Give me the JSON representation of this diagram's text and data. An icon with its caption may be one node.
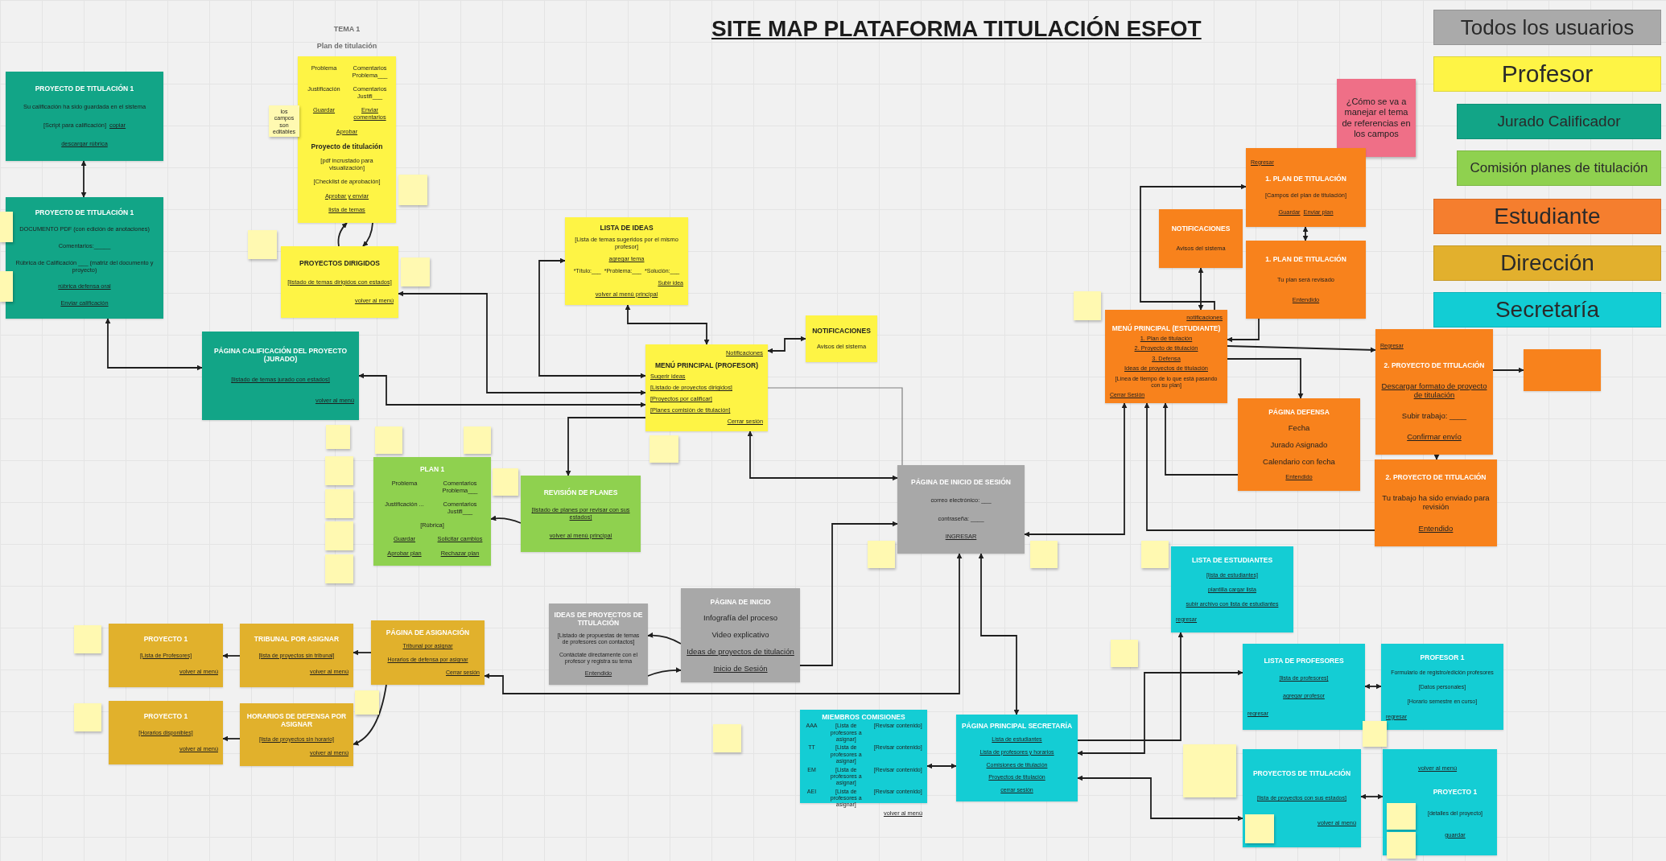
{
  "diagram": {
    "title": "SITE MAP PLATAFORMA TITULACIÓN ESFOT",
    "nodes": [
      {
        "text": [
          "PROYECTO DE TITULACIÓN 1",
          "Su calificación ha sido guardada en el sistema",
          "[Script para calificación]",
          "copiar",
          "descargar rúbrica"
        ]
      },
      {
        "text": [
          "PROYECTO DE TITULACIÓN 1",
          "DOCUMENTO PDF (con edición de anotaciones)",
          "Comentarios:_____",
          "Rúbrica de Calificación ___ (matriz del documento y proyecto)",
          "rúbrica defensa oral",
          "Enviar calificación"
        ]
      },
      {
        "text": [],
        "shape": "note"
      },
      {
        "text": [],
        "shape": "note"
      },
      {
        "text": [
          "TEMA 1",
          "Plan de titulación",
          "Problema",
          "Comentarios Problema___",
          "Justificación",
          "Comentarios Justifi___",
          "Guardar",
          "Enviar comentarios",
          "Aprobar",
          "Proyecto de titulación",
          "[pdf incrustado para visualización]",
          "[Checklist de aprobación]",
          "Aprobar y enviar",
          "lista de temas"
        ]
      },
      {
        "text": [
          "los campos son editables"
        ]
      },
      {
        "text": [],
        "shape": "note"
      },
      {
        "text": [
          "PROYECTOS DIRIGIDOS",
          "[listado de temas dirigidos con estados]",
          "volver al menú"
        ]
      },
      {
        "text": [],
        "shape": "note"
      },
      {
        "text": [],
        "shape": "note"
      },
      {
        "text": [
          "PÁGINA CALIFICACIÓN DEL PROYECTO (JURADO)",
          "[listado de temas jurado con estados]",
          "volver al menú"
        ]
      },
      {
        "text": [],
        "shape": "note"
      },
      {
        "text": [
          "LISTA DE IDEAS",
          "[Lista de temas sugeridos por el mismo profesor]",
          "agregar tema",
          "*Título:___",
          "*Problema:___",
          "*Solución:___",
          "Subir idea",
          "volver al menú principal"
        ]
      },
      {
        "text": [
          "NOTIFICACIONES",
          "Avisos del sistema"
        ]
      },
      {
        "text": [
          "Notificaciones",
          "MENÚ PRINCIPAL (PROFESOR)",
          "Sugerir ideas",
          "[Listado de proyectos dirigidos]",
          "[Proyectos por calificar]",
          "[Planes comisión de titulación]",
          "Cerrar sesión"
        ]
      },
      {
        "text": [],
        "shape": "note"
      },
      {
        "text": [
          "¿Cómo se va a manejar el tema de referencias en los campos"
        ]
      },
      {
        "text": [
          "Regresar",
          "1. PLAN DE TITULACIÓN",
          "[Campos del plan de titulación]",
          "Guardar",
          "Enviar plan"
        ]
      },
      {
        "text": [
          "NOTIFICACIONES",
          "Avisos del sistema"
        ]
      },
      {
        "text": [
          "1. PLAN DE TITULACIÓN",
          "Tu plan será revisado",
          "Entendido"
        ]
      },
      {
        "text": [],
        "shape": "note"
      },
      {
        "text": [
          "notificaciones",
          "MENÚ PRINCIPAL (ESTUDIANTE)",
          "1. Plan de titulación",
          "2. Proyecto de titulación",
          "3. Defensa",
          "Ideas de proyectos de titulación",
          "[Línea de tiempo de lo que está pasando con su plan]",
          "Cerrar Sesión"
        ]
      },
      {
        "text": [
          "Regresar",
          "2. PROYECTO DE TITULACIÓN",
          "Descargar formato de proyecto de titulación",
          "Subir trabajo: ____",
          "Confirmar envío"
        ]
      },
      {
        "text": [],
        "shape": "box"
      },
      {
        "text": [
          "PÁGINA DEFENSA",
          "Fecha",
          "Jurado Asignado",
          "Calendario con fecha",
          "Entendido"
        ]
      },
      {
        "text": [
          "2. PROYECTO DE TITULACIÓN",
          "Tu trabajo ha sido enviado para revisión",
          "Entendido"
        ]
      },
      {
        "text": [],
        "shape": "note"
      },
      {
        "text": [],
        "shape": "note"
      },
      {
        "text": [],
        "shape": "note"
      },
      {
        "text": [],
        "shape": "note"
      },
      {
        "text": [],
        "shape": "note"
      },
      {
        "text": [],
        "shape": "note"
      },
      {
        "text": [
          "PLAN 1",
          "Problema",
          "Comentarios Problema___",
          "Justificación ...",
          "Comentarios Justifi___",
          "[Rúbrica]",
          "Guardar",
          "Solicitar cambios",
          "Aprobar plan",
          "Rechazar plan"
        ]
      },
      {
        "text": [],
        "shape": "note"
      },
      {
        "text": [
          "REVISIÓN DE PLANES",
          "[listado de planes por revisar con sus estados]",
          "volver al menú principal"
        ]
      },
      {
        "text": [
          "PÁGINA DE INICIO DE SESIÓN",
          "correo electrónico: ___",
          "contraseña: ____",
          "INGRESAR"
        ]
      },
      {
        "text": [],
        "shape": "note"
      },
      {
        "text": [],
        "shape": "note"
      },
      {
        "text": [],
        "shape": "note"
      },
      {
        "text": [
          "LISTA DE ESTUDIANTES",
          "[lista de estudiantes]",
          "plantilla cargar lista",
          "subir archivo con lista de estudiantes",
          "regresar"
        ]
      },
      {
        "text": [],
        "shape": "note"
      },
      {
        "text": [
          "PROYECTO 1",
          "[Lista de Profesores]",
          "volver al menú"
        ]
      },
      {
        "text": [
          "TRIBUNAL POR ASIGNAR",
          "[lista de proyectos sin tribunal]",
          "volver al menú"
        ]
      },
      {
        "text": [
          "PÁGINA DE ASIGNACIÓN",
          "Tribunal por asignar",
          "Horarios de defensa por asignar",
          "Cerrar sesión"
        ]
      },
      {
        "text": [
          "IDEAS DE PROYECTOS DE TITULACIÓN",
          "[Listado de propuestas de temas de profesores con contactos]",
          "Contáctate directamente con el profesor y registra su tema",
          "Entendido"
        ]
      },
      {
        "text": [
          "PÁGINA DE INICIO",
          "Infografía del proceso",
          "Video explicativo",
          "Ideas de proyectos de titulación",
          "Inicio de Sesión"
        ]
      },
      {
        "text": [],
        "shape": "note"
      },
      {
        "text": [
          "PROYECTO 1",
          "[Horarios disponibles]",
          "volver al menú"
        ]
      },
      {
        "text": [
          "HORARIOS DE DEFENSA POR ASIGNAR",
          "[lista de proyectos sin horario]",
          "volver al menú"
        ]
      },
      {
        "text": [],
        "shape": "note"
      },
      {
        "text": [],
        "shape": "note"
      },
      {
        "text": [
          "LISTA DE PROFESORES",
          "[lista de profesores]",
          "agregar profesor",
          "regresar"
        ]
      },
      {
        "text": [
          "PROFESOR 1",
          "Formulario de registro/edición profesores",
          "[Datos personales]",
          "[Horario semestre en curso]",
          "regresar"
        ]
      },
      {
        "text": [],
        "shape": "note"
      },
      {
        "text": [
          "MIEMBROS COMISIONES",
          "AAA",
          "[Lista de profesores a asignar]",
          "[Revisar contenido]",
          "TT",
          "[Lista de profesores a asignar]",
          "[Revisar contenido]",
          "EM",
          "[Lista de profesores a asignar]",
          "[Revisar contenido]",
          "AEI",
          "[Lista de profesores a asignar]",
          "[Revisar contenido]",
          "volver al menú"
        ]
      },
      {
        "text": [
          "PÁGINA PRINCIPAL SECRETARÍA",
          "Lista de estudiantes",
          "Lista de profesores y horarios",
          "Comisiones de titulación",
          "Proyectos de titulación",
          "cerrar sesión"
        ]
      },
      {
        "text": [],
        "shape": "note"
      },
      {
        "text": [
          "PROYECTOS DE TITULACIÓN",
          "[lista de proyectos con sus estados]",
          "volver al menú"
        ]
      },
      {
        "text": [],
        "shape": "note"
      },
      {
        "text": [],
        "shape": "note",
        "in": 57
      },
      {
        "text": [
          "volver al menú",
          "PROYECTO 1",
          "[detalles del proyecto]",
          "guardar"
        ]
      },
      {
        "text": [],
        "shape": "note",
        "in": 60
      },
      {
        "text": [],
        "shape": "note",
        "in": 60
      }
    ],
    "edges": [
      {
        "from": 0,
        "to": 1,
        "arrow": "both"
      },
      {
        "from": 7,
        "to": 4,
        "arrow": "to"
      },
      {
        "from": 4,
        "to": 7,
        "arrow": "to"
      },
      {
        "from": 1,
        "to": 10,
        "arrow": "both"
      },
      {
        "from": 12,
        "to": 14,
        "arrow": "both"
      },
      {
        "from": 12,
        "to": 14,
        "arrow": "both"
      },
      {
        "from": 7,
        "to": 14,
        "arrow": "both"
      },
      {
        "from": 10,
        "to": 14,
        "arrow": "both"
      },
      {
        "from": 14,
        "to": 34,
        "arrow": "to"
      },
      {
        "from": 14,
        "to": 13,
        "arrow": "both"
      },
      {
        "from": 14,
        "to": 35,
        "arrow": "both"
      },
      {
        "from": 14,
        "to": 35,
        "arrow": "none",
        "color": "#808080"
      },
      {
        "from": 21,
        "to": 18,
        "arrow": "both"
      },
      {
        "from": 21,
        "to": 17,
        "arrow": "to"
      },
      {
        "from": 17,
        "to": 19,
        "arrow": "both"
      },
      {
        "from": 19,
        "to": 21,
        "arrow": "to"
      },
      {
        "from": 21,
        "to": 22,
        "arrow": "to"
      },
      {
        "from": 21,
        "to": 24,
        "arrow": "to"
      },
      {
        "from": 22,
        "to": 23,
        "arrow": "to"
      },
      {
        "from": 22,
        "to": 25,
        "arrow": "to"
      },
      {
        "from": 24,
        "to": 21,
        "arrow": "to"
      },
      {
        "from": 25,
        "to": 21,
        "arrow": "to"
      },
      {
        "from": 35,
        "to": 21,
        "arrow": "both"
      },
      {
        "from": 34,
        "to": 32,
        "arrow": "to"
      },
      {
        "from": 45,
        "to": 44,
        "arrow": "to"
      },
      {
        "from": 44,
        "to": 45,
        "arrow": "to"
      },
      {
        "from": 45,
        "to": 35,
        "arrow": "to"
      },
      {
        "from": 35,
        "to": 43,
        "arrow": "both"
      },
      {
        "from": 35,
        "to": 55,
        "arrow": "both"
      },
      {
        "from": 43,
        "to": 42,
        "arrow": "to"
      },
      {
        "from": 42,
        "to": 41,
        "arrow": "to"
      },
      {
        "from": 43,
        "to": 48,
        "arrow": "to"
      },
      {
        "from": 48,
        "to": 47,
        "arrow": "to"
      },
      {
        "from": 55,
        "to": 54,
        "arrow": "both"
      },
      {
        "from": 55,
        "to": 39,
        "arrow": "to"
      },
      {
        "from": 55,
        "to": 51,
        "arrow": "both"
      },
      {
        "from": 55,
        "to": 57,
        "arrow": "both"
      },
      {
        "from": 51,
        "to": 52,
        "arrow": "both"
      },
      {
        "from": 57,
        "to": 60,
        "arrow": "both"
      }
    ],
    "legend": [
      {
        "text": "Todos los usuarios",
        "color": "#aaaaaa"
      },
      {
        "text": "Profesor",
        "color": "#fef445"
      },
      {
        "text": "Jurado Calificador",
        "color": "#12a587"
      },
      {
        "text": "Comisión planes de titulación",
        "color": "#8fd14f"
      },
      {
        "text": "Estudiante",
        "color": "#f57e2e"
      },
      {
        "text": "Dirección",
        "color": "#e2b02d"
      },
      {
        "text": "Secretaría",
        "color": "#12cdd4"
      }
    ]
  }
}
